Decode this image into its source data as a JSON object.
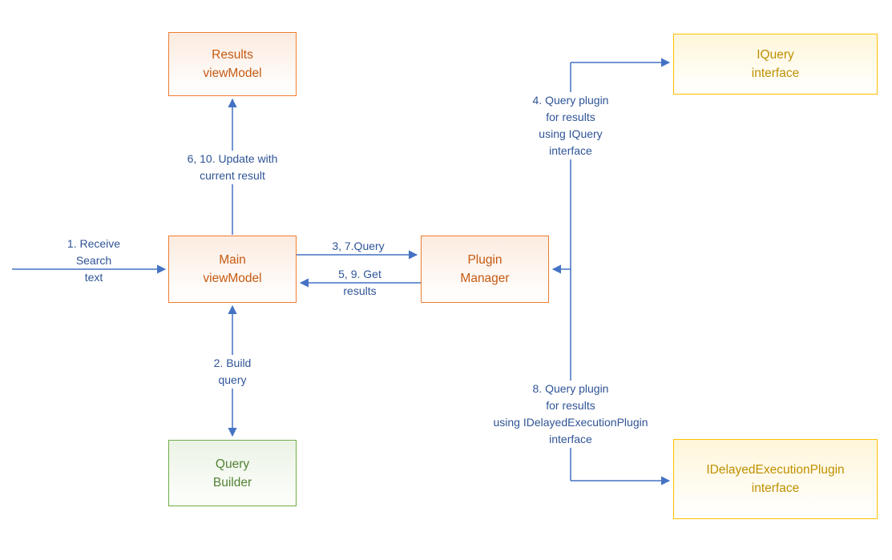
{
  "diagram": {
    "nodes": {
      "results_viewmodel": "Results\nviewModel",
      "iquery_interface": "IQuery\ninterface",
      "main_viewmodel": "Main\nviewModel",
      "plugin_manager": "Plugin\nManager",
      "query_builder": "Query\nBuilder",
      "idelayedexecutionplugin_interface": "IDelayedExecutionPlugin\ninterface"
    },
    "labels": {
      "receive_search_text": "1. Receive\nSearch\ntext",
      "build_query": "2. Build\nquery",
      "query_3_7": "3, 7.Query",
      "get_results_5_9": "5, 9. Get\nresults",
      "update_with_current_result": "6, 10. Update with\ncurrent result",
      "query_plugin_iquery": "4. Query plugin\nfor results\nusing IQuery\ninterface",
      "query_plugin_idelayed": "8. Query plugin\nfor results\nusing IDelayedExecutionPlugin\ninterface"
    },
    "colors": {
      "connector_blue": "#4472C4",
      "label_text_blue": "#2F5496",
      "orange_border": "#ED7D31",
      "orange_text": "#C55A11",
      "yellow_border": "#FFC000",
      "yellow_text": "#BF9000",
      "green_border": "#70AD47",
      "green_text": "#538135"
    }
  }
}
